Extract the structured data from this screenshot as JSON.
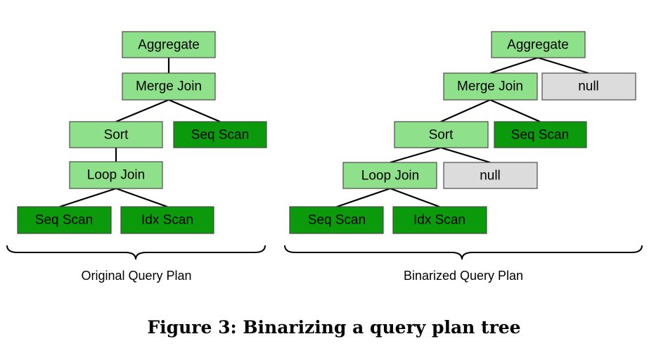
{
  "palette": {
    "light_green": "#8fe08a",
    "dark_green": "#0b9a0b",
    "gray": "#dcdcdc"
  },
  "original_plan": {
    "label": "Original Query Plan",
    "nodes": {
      "aggregate": "Aggregate",
      "merge_join": "Merge Join",
      "sort": "Sort",
      "seq_scan_right": "Seq Scan",
      "loop_join": "Loop Join",
      "seq_scan_left": "Seq Scan",
      "idx_scan": "Idx Scan"
    }
  },
  "binarized_plan": {
    "label": "Binarized Query Plan",
    "nodes": {
      "aggregate": "Aggregate",
      "merge_join": "Merge Join",
      "null_top": "null",
      "sort": "Sort",
      "seq_scan_right": "Seq Scan",
      "loop_join": "Loop Join",
      "null_bottom": "null",
      "seq_scan_left": "Seq Scan",
      "idx_scan": "Idx Scan"
    }
  },
  "caption": "Figure 3: Binarizing a query plan tree"
}
